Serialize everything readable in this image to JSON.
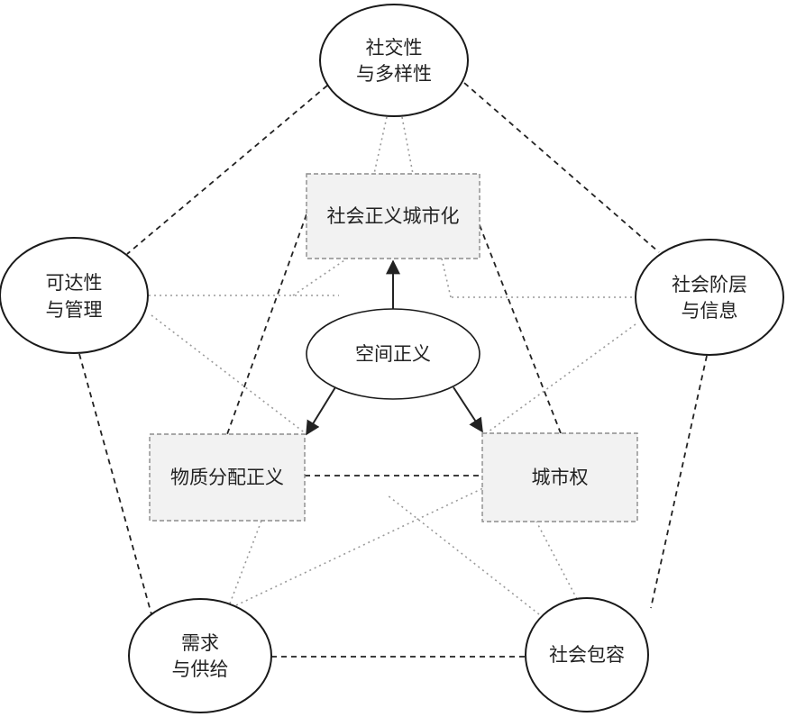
{
  "nodes": {
    "center": {
      "label": "空间正义"
    },
    "sociality": {
      "lines": [
        "社交性",
        "与多样性"
      ]
    },
    "accessibility": {
      "lines": [
        "可达性",
        "与管理"
      ]
    },
    "social_class": {
      "lines": [
        "社会阶层",
        "与信息"
      ]
    },
    "demand_supply": {
      "lines": [
        "需求",
        "与供给"
      ]
    },
    "social_inclusion": {
      "lines": [
        "社会包容"
      ]
    },
    "urbanization": {
      "label": "社会正义城市化"
    },
    "material": {
      "label": "物质分配正义"
    },
    "right_to_city": {
      "label": "城市权"
    }
  },
  "edges": {
    "arrows": [
      {
        "from": "center",
        "to": "urbanization"
      },
      {
        "from": "center",
        "to": "material"
      },
      {
        "from": "center",
        "to": "right_to_city"
      }
    ],
    "dashed": [
      {
        "from": "sociality",
        "to": "accessibility"
      },
      {
        "from": "sociality",
        "to": "social_class"
      },
      {
        "from": "accessibility",
        "to": "demand_supply"
      },
      {
        "from": "social_class",
        "to": "social_inclusion"
      },
      {
        "from": "demand_supply",
        "to": "social_inclusion"
      },
      {
        "from": "material",
        "to": "right_to_city"
      },
      {
        "from": "urbanization",
        "to": "material"
      },
      {
        "from": "urbanization",
        "to": "right_to_city"
      }
    ],
    "dotted": [
      {
        "from": "sociality",
        "to": "urbanization"
      },
      {
        "from": "accessibility",
        "to": "urbanization"
      },
      {
        "from": "social_class",
        "to": "urbanization"
      },
      {
        "from": "accessibility",
        "to": "right_to_city"
      },
      {
        "from": "social_class",
        "to": "material"
      },
      {
        "from": "demand_supply",
        "to": "material"
      },
      {
        "from": "demand_supply",
        "to": "right_to_city"
      },
      {
        "from": "social_inclusion",
        "to": "material"
      },
      {
        "from": "social_inclusion",
        "to": "right_to_city"
      }
    ]
  }
}
